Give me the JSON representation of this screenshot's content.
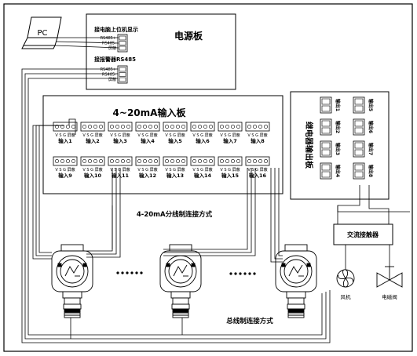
{
  "pc": {
    "label": "PC"
  },
  "power_board": {
    "title": "电源板",
    "upper_label": "接电脑上位机显示",
    "alarm_label": "接报警器RS485",
    "upper_terminals": [
      "RS485+",
      "RS485-",
      "屏蔽"
    ],
    "alarm_terminals": [
      "RS485+",
      "RS485-",
      "屏蔽"
    ]
  },
  "input_board": {
    "title": "4~20mA输入板",
    "pin_labels": "V S G 屏蔽",
    "inputs_row1": [
      "输入1",
      "输入2",
      "输入3",
      "输入4",
      "输入5",
      "输入6",
      "输入7",
      "输入8"
    ],
    "inputs_row2": [
      "输入9",
      "输入10",
      "输入11",
      "输入12",
      "输入13",
      "输入14",
      "输入15",
      "输入16"
    ]
  },
  "relay_board": {
    "title": "继电器输出板",
    "outputs_left": [
      "输出1",
      "输出2",
      "输出3",
      "输出4"
    ],
    "outputs_right": [
      "输出5",
      "输出6",
      "输出7",
      "输出8"
    ]
  },
  "contactor": {
    "label": "交流接触器"
  },
  "fan": {
    "label": "风机"
  },
  "valve": {
    "label": "电磁阀"
  },
  "annotations": {
    "branch_wiring": "4-20mA分线制连接方式",
    "bus_wiring": "总线制连接方式"
  }
}
